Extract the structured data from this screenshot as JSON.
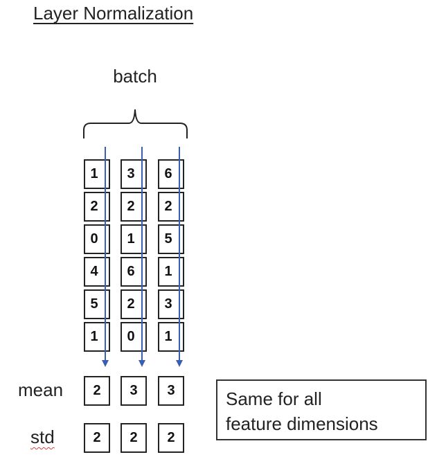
{
  "title": "Layer Normalization",
  "batch_label": "batch",
  "columns": [
    {
      "values": [
        "1",
        "2",
        "0",
        "4",
        "5",
        "1"
      ],
      "mean": "2",
      "std": "2"
    },
    {
      "values": [
        "3",
        "2",
        "1",
        "6",
        "2",
        "0"
      ],
      "mean": "3",
      "std": "2"
    },
    {
      "values": [
        "6",
        "2",
        "5",
        "1",
        "3",
        "1"
      ],
      "mean": "3",
      "std": "2"
    }
  ],
  "stats": {
    "mean_label": "mean",
    "std_label": "std"
  },
  "note": {
    "line1": "Same for all",
    "line2": "feature dimensions"
  },
  "colors": {
    "arrow": "#3a5fb0",
    "border": "#222222"
  }
}
